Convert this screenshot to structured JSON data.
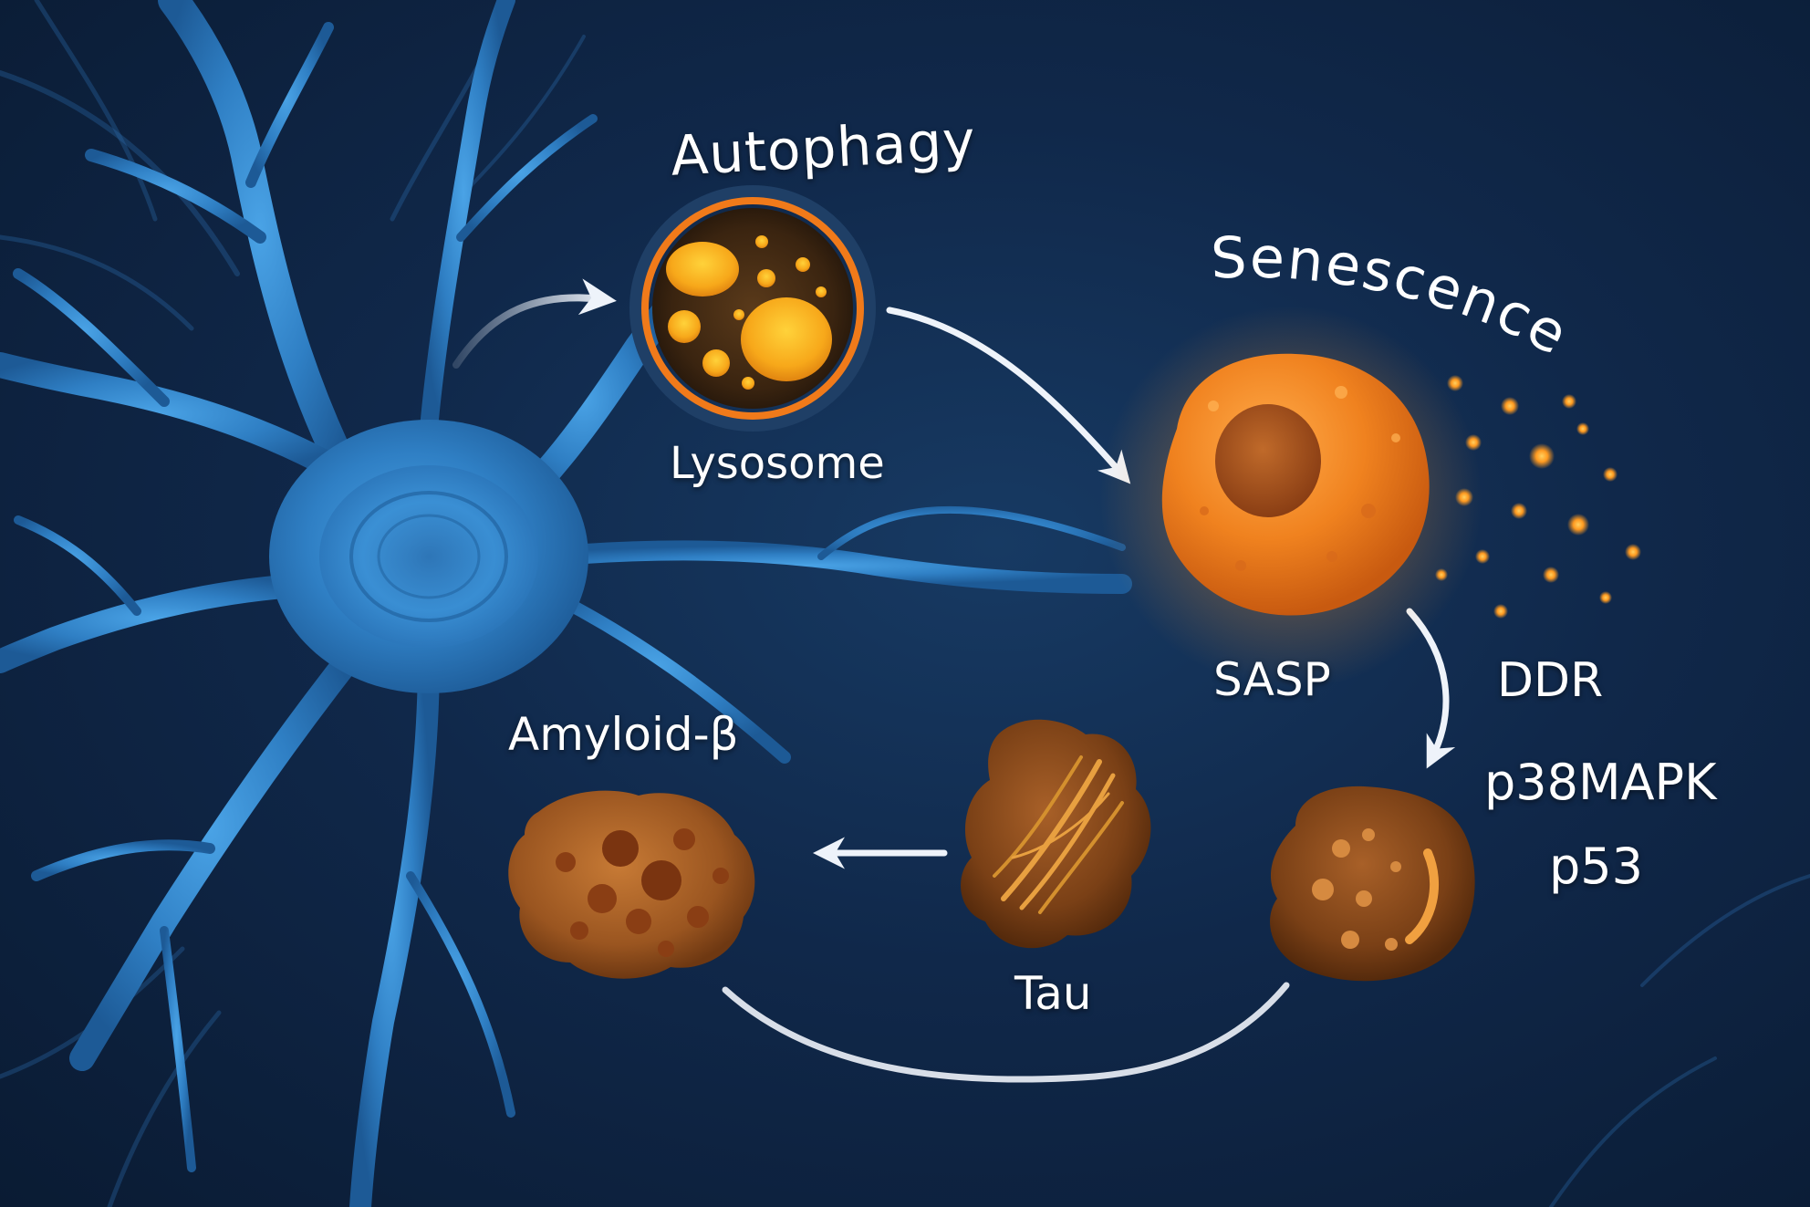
{
  "labels": {
    "autophagy": "Autophagy",
    "lysosome": "Lysosome",
    "senescence": "Senescence",
    "sasp": "SASP",
    "ddr": "DDR",
    "p38mapk": "p38MAPK",
    "p53": "p53",
    "amyloid": "Amyloid-β",
    "tau": "Tau"
  },
  "colors": {
    "background": "#10284a",
    "neuron": "#3b8fd6",
    "senescent_cell": "#f08a2a",
    "lysosome_ring": "#f07a1a",
    "aggregate": "#8a4a1c",
    "arrow": "#e8eef6"
  }
}
